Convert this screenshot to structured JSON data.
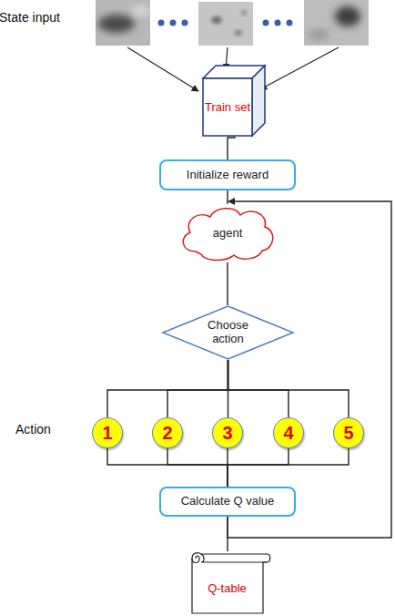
{
  "diagram": {
    "nodes": [
      {
        "text": [
          "Train set"
        ]
      },
      {
        "text": [
          "Initialize reward"
        ]
      },
      {
        "text": [
          "agent"
        ]
      },
      {
        "text": [
          "Choose action"
        ]
      },
      {
        "text": [
          "1"
        ]
      },
      {
        "text": [
          "2"
        ]
      },
      {
        "text": [
          "3"
        ]
      },
      {
        "text": [
          "4"
        ]
      },
      {
        "text": [
          "5"
        ]
      },
      {
        "text": [
          "Calculate Q value"
        ]
      },
      {
        "text": [
          "Q-table"
        ]
      }
    ],
    "edges": [
      {
        "from": 0,
        "to": 1,
        "arrow": "none"
      },
      {
        "from": 1,
        "to": 2,
        "arrow": "none"
      },
      {
        "from": 2,
        "to": 3,
        "arrow": "none"
      },
      {
        "from": 3,
        "to": 4,
        "arrow": "none"
      },
      {
        "from": 3,
        "to": 5,
        "arrow": "none"
      },
      {
        "from": 3,
        "to": 6,
        "arrow": "none"
      },
      {
        "from": 3,
        "to": 7,
        "arrow": "none"
      },
      {
        "from": 3,
        "to": 8,
        "arrow": "none"
      },
      {
        "from": 4,
        "to": 9,
        "arrow": "none"
      },
      {
        "from": 5,
        "to": 9,
        "arrow": "none"
      },
      {
        "from": 6,
        "to": 9,
        "arrow": "none"
      },
      {
        "from": 7,
        "to": 9,
        "arrow": "none"
      },
      {
        "from": 8,
        "to": 9,
        "arrow": "none"
      },
      {
        "from": 9,
        "to": 10,
        "arrow": "none"
      },
      {
        "from": 9,
        "to": 2,
        "arrow": "to"
      }
    ],
    "labels": [
      "State input",
      "Action"
    ]
  }
}
